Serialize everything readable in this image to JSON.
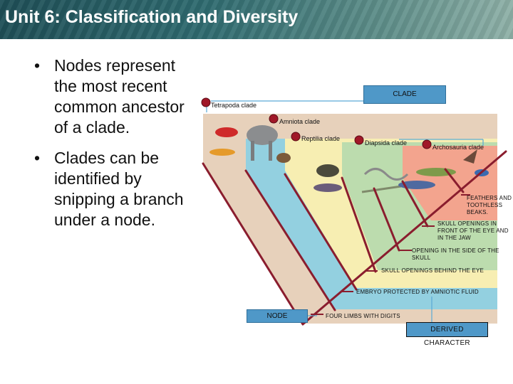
{
  "slide": {
    "title": "Unit 6: Classification and Diversity",
    "bullets": [
      {
        "symbol": "•",
        "text": "Nodes represent the most recent common ancestor of a clade."
      },
      {
        "symbol": "•",
        "text": "Clades can be identified by snipping a branch under a node."
      }
    ]
  },
  "diagram": {
    "clade_box": "CLADE",
    "node_box": "NODE",
    "derived_character_box": "DERIVED CHARACTER",
    "clades": [
      "Tetrapoda clade",
      "Amniota clade",
      "Reptilia clade",
      "Diapsida clade",
      "Archosauria clade"
    ],
    "characters": [
      "FEATHERS AND TOOTHLESS BEAKS.",
      "SKULL OPENINGS IN FRONT OF THE EYE AND IN THE JAW",
      "OPENING IN THE SIDE OF THE SKULL",
      "SKULL OPENINGS BEHIND THE EYE",
      "EMBRYO PROTECTED BY AMNIOTIC FLUID",
      "FOUR LIMBS WITH DIGITS"
    ],
    "colors": {
      "tetrapoda": "#e7d1bb",
      "amniota": "#93d0e0",
      "reptilia": "#f7eeb2",
      "diapsida": "#bcdcae",
      "archosauria": "#f3a48e",
      "branch": "#8a1d2e",
      "node_marker": "#a01828",
      "box": "#4f98c8"
    }
  }
}
